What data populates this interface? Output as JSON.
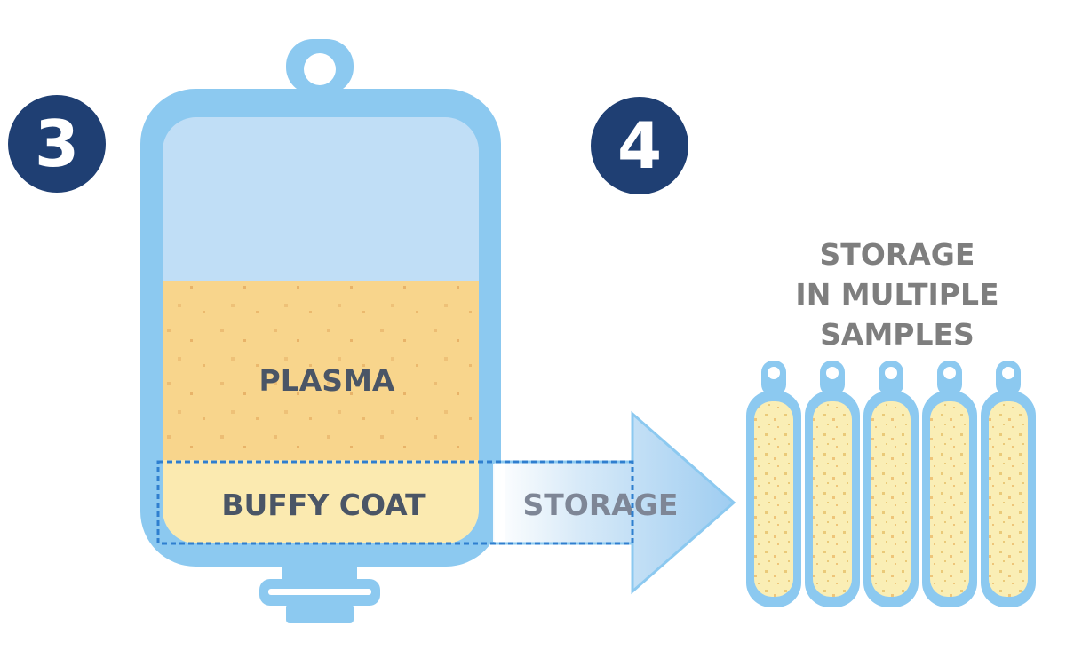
{
  "steps": [
    {
      "number": "3"
    },
    {
      "number": "4"
    }
  ],
  "bag": {
    "plasma_label": "PLASMA",
    "buffy_coat_label": "BUFFY COAT"
  },
  "arrow": {
    "label": "STORAGE"
  },
  "storage_title": {
    "lines": [
      "STORAGE",
      "IN MULTIPLE",
      "SAMPLES"
    ]
  },
  "vial_count": 5,
  "colors": {
    "badge": "#1f3f73",
    "bag_outline": "#8cc9f0",
    "bag_fill_top": "#c0def6",
    "plasma": "#f8d58c",
    "buffy_coat": "#fbeab0",
    "vial_fill": "#faeeb5",
    "text_dark": "#4a5566",
    "text_grey": "#7e7e7e",
    "dashed_outline": "#2f7fcf",
    "arrow_fill": "#b8d9f4"
  }
}
